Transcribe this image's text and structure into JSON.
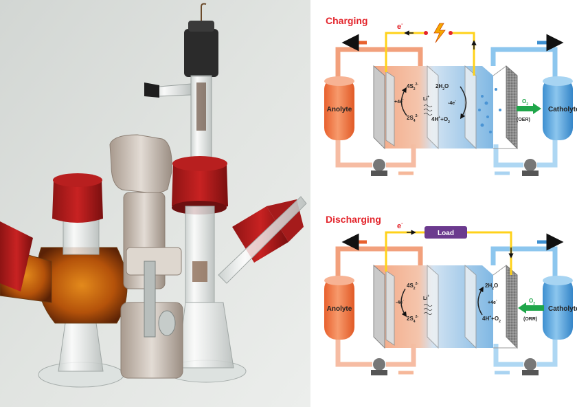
{
  "photo": {
    "alt_subject": "glass electrochemical cell with red screw caps and orange electrolyte"
  },
  "charging": {
    "title": "Charging",
    "electron": "e",
    "electron_sup": "-",
    "anolyte": "Anolyte",
    "catholyte": "Catholyte",
    "anode_top": "4S",
    "anode_top_sub": "2",
    "anode_top_sup": "2-",
    "anode_electrons": "+4e",
    "anode_bottom": "2S",
    "anode_bottom_sub": "4",
    "anode_bottom_sup": "2-",
    "ion": "Li",
    "ion_sup": "+",
    "cath_top": "2H",
    "cath_top_sub": "2",
    "cath_top_end": "O",
    "cath_electrons": "-4e",
    "cath_bottom": "4H",
    "cath_bottom_sup": "+",
    "cath_bottom_end": "+O",
    "cath_bottom_sub": "2",
    "gas": "O",
    "gas_sub": "2",
    "reaction": "(OER)"
  },
  "discharging": {
    "title": "Discharging",
    "electron": "e",
    "electron_sup": "-",
    "load": "Load",
    "anolyte": "Anolyte",
    "catholyte": "Catholyte",
    "anode_top": "4S",
    "anode_top_sub": "2",
    "anode_top_sup": "2-",
    "anode_electrons": "-4e",
    "anode_bottom": "2S",
    "anode_bottom_sub": "4",
    "anode_bottom_sup": "2-",
    "ion": "Li",
    "ion_sup": "+",
    "cath_top": "2H",
    "cath_top_sub": "2",
    "cath_top_end": "O",
    "cath_electrons": "+4e",
    "cath_bottom": "4H",
    "cath_bottom_sup": "+",
    "cath_bottom_end": "+O",
    "cath_bottom_sub": "2",
    "gas": "O",
    "gas_sub": "2",
    "reaction": "(ORR)"
  },
  "colors": {
    "title_red": "#e3242b",
    "anolyte_orange": "#f07a4a",
    "catholyte_blue": "#5aa7dc",
    "wire_yellow": "#ffd21a",
    "load_purple": "#6b3a8e"
  }
}
